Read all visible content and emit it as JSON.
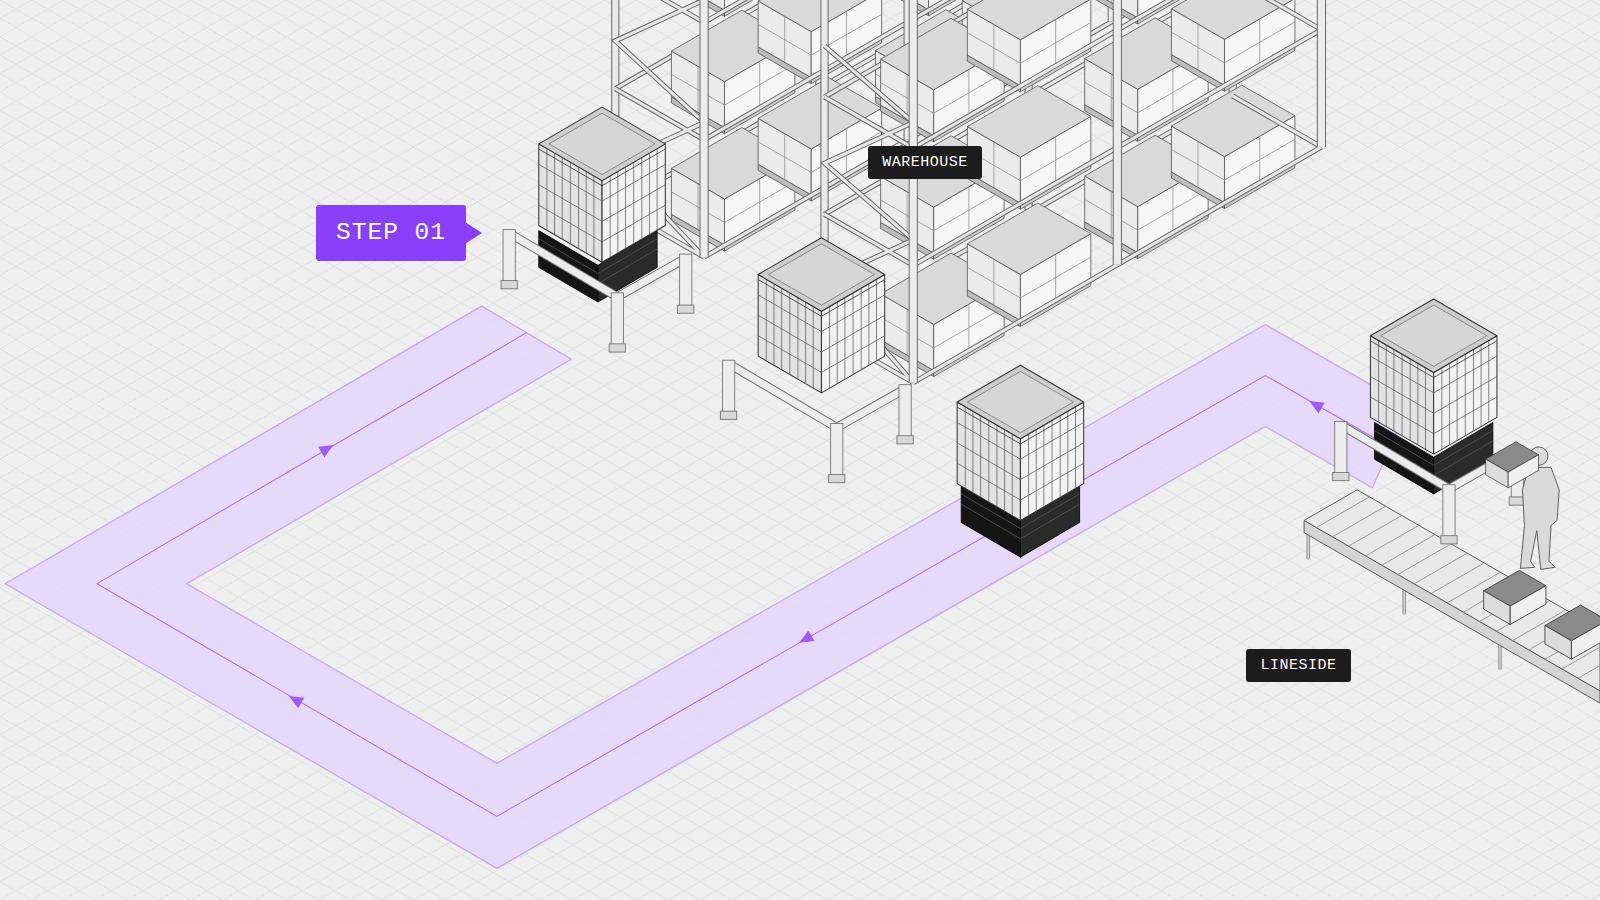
{
  "diagram": {
    "nodes": [
      {
        "text": [
          "STEP 01"
        ]
      },
      {
        "text": [
          "WAREHOUSE"
        ]
      },
      {
        "text": [
          "LINESIDE"
        ]
      }
    ]
  }
}
